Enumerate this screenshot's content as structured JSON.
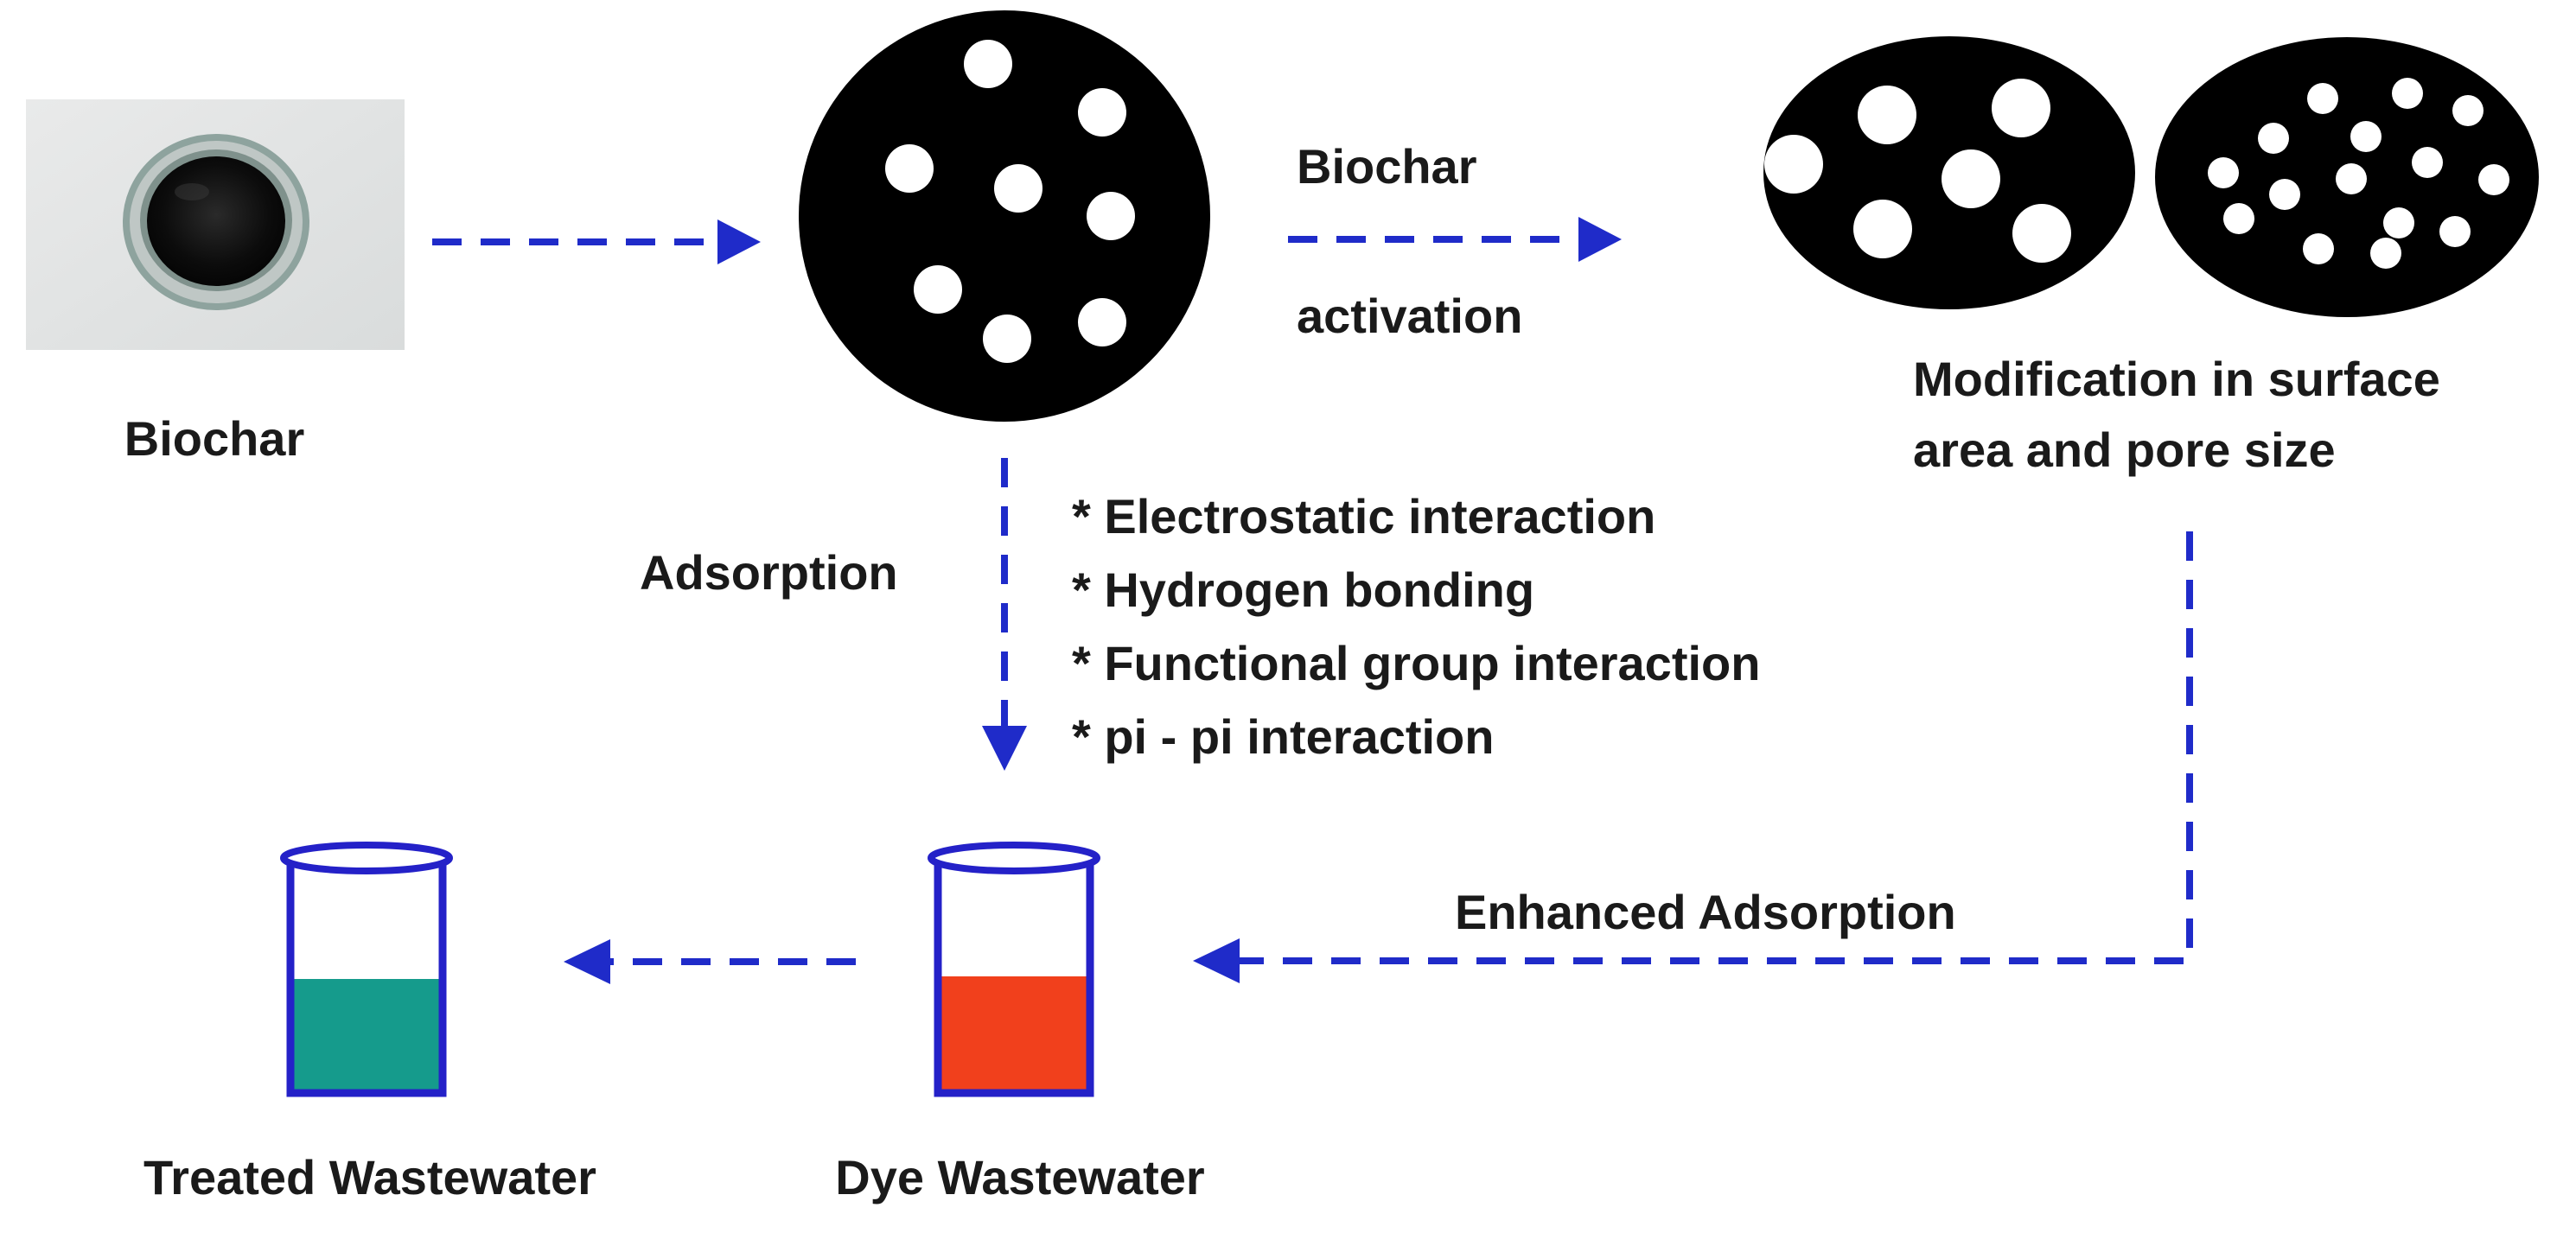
{
  "labels": {
    "biochar": "Biochar",
    "activation_line1": "Biochar",
    "activation_line2": "activation",
    "modification_line1": "Modification in surface",
    "modification_line2": "area and pore size",
    "adsorption": "Adsorption",
    "mechanisms": [
      "* Electrostatic interaction",
      "* Hydrogen bonding",
      "* Functional group interaction",
      "* pi - pi interaction"
    ],
    "enhanced_adsorption": "Enhanced Adsorption",
    "dye_wastewater": "Dye Wastewater",
    "treated_wastewater": "Treated Wastewater"
  },
  "colors": {
    "arrow": "#1f2bc9",
    "particle": "#000000",
    "pore": "#ffffff",
    "beaker_outline": "#2421c8",
    "dye_liquid": "#f1401c",
    "treated_liquid": "#159b8c"
  },
  "icons": {
    "biochar_sample": "biochar-dish-photo",
    "beaker": "beaker-icon"
  }
}
